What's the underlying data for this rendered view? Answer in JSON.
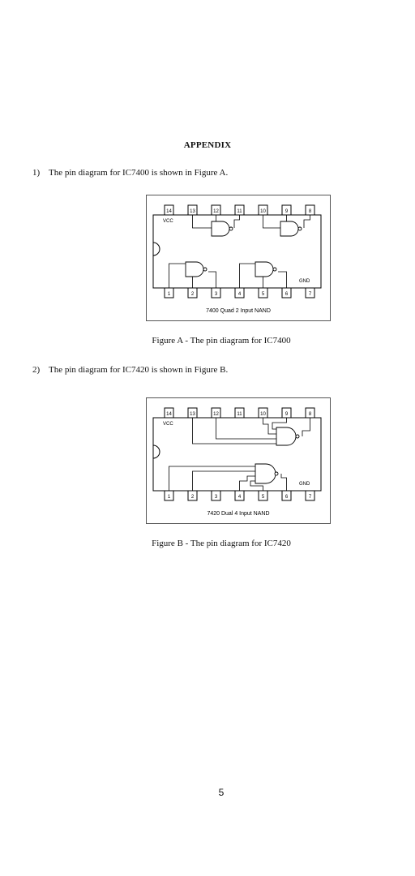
{
  "heading": "APPENDIX",
  "items": [
    {
      "number": "1)",
      "text": "The pin diagram for IC7400 is shown in Figure A."
    },
    {
      "number": "2)",
      "text": "The pin diagram for IC7420 is shown in Figure B."
    }
  ],
  "figure_a": {
    "top_pins": [
      "14",
      "13",
      "12",
      "11",
      "10",
      "9",
      "8"
    ],
    "bottom_pins": [
      "1",
      "2",
      "3",
      "4",
      "5",
      "6",
      "7"
    ],
    "vcc_label": "VCC",
    "gnd_label": "GND",
    "chip_label": "7400 Quad 2 Input NAND",
    "caption": "Figure A - The pin diagram for IC7400"
  },
  "figure_b": {
    "top_pins": [
      "14",
      "13",
      "12",
      "11",
      "10",
      "9",
      "8"
    ],
    "bottom_pins": [
      "1",
      "2",
      "3",
      "4",
      "5",
      "6",
      "7"
    ],
    "vcc_label": "VCC",
    "gnd_label": "GND",
    "chip_label": "7420 Dual 4 Input NAND",
    "caption": "Figure B - The pin diagram for IC7420"
  },
  "page_number": "5"
}
